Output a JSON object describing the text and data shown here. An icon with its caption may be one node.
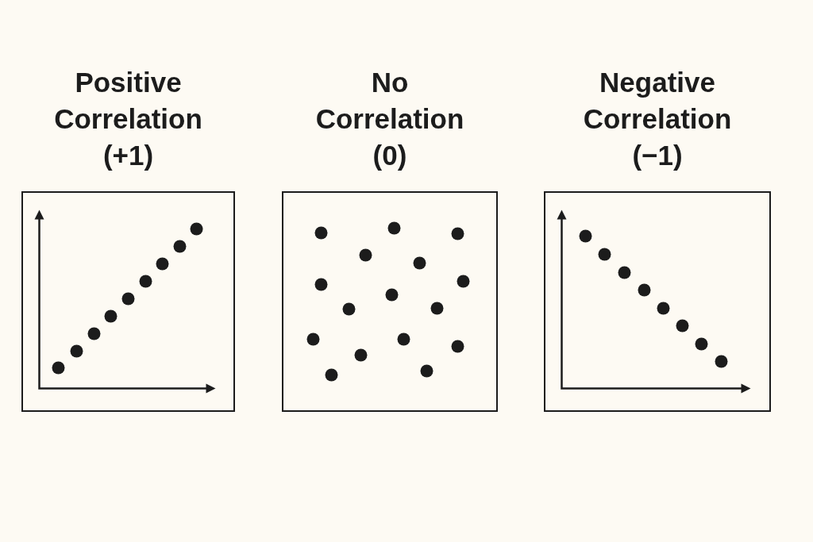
{
  "diagram": {
    "nodes": [
      {
        "text": [
          "Positive Correlation (+1)"
        ]
      },
      {
        "text": [
          "No Correlation (0)"
        ]
      },
      {
        "text": [
          "Negative Correlation (−1)"
        ]
      }
    ]
  }
}
